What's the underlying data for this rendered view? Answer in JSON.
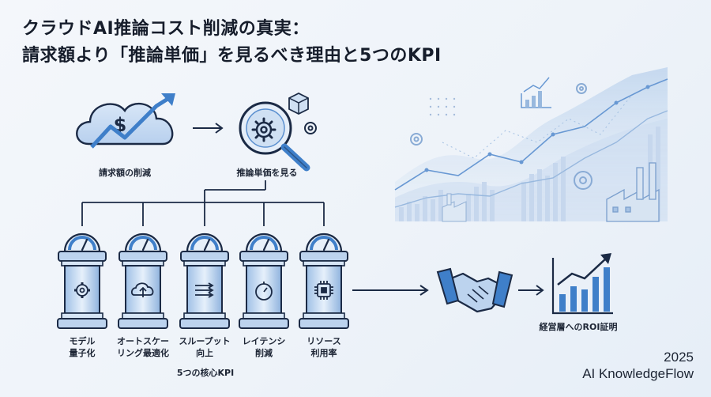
{
  "title": {
    "line1": "クラウドAI推論コスト削減の真実：",
    "line2": "請求額より「推論単価」を見るべき理由と5つのKPI"
  },
  "flow": {
    "billing_label": "請求額の削減",
    "unit_cost_label": "推論単価を見る",
    "kpi_group_label": "5つの核心KPI",
    "roi_label": "経営層へのROI証明"
  },
  "kpis": [
    {
      "line1": "モデル",
      "line2": "量子化",
      "icon": "gear-icon"
    },
    {
      "line1": "オートスケー",
      "line2": "リング最適化",
      "icon": "cloud-sync-icon"
    },
    {
      "line1": "スループット",
      "line2": "向上",
      "icon": "throughput-arrows-icon"
    },
    {
      "line1": "レイテンシ",
      "line2": "削減",
      "icon": "stopwatch-icon"
    },
    {
      "line1": "リソース",
      "line2": "利用率",
      "icon": "chip-icon"
    }
  ],
  "footer": {
    "year": "2025",
    "brand": "AI KnowledgeFlow"
  },
  "colors": {
    "primary_blue": "#3f7fc9",
    "dark_navy": "#1b2a45",
    "light_blue": "#bcd3ee",
    "background": "#eef3f9"
  }
}
